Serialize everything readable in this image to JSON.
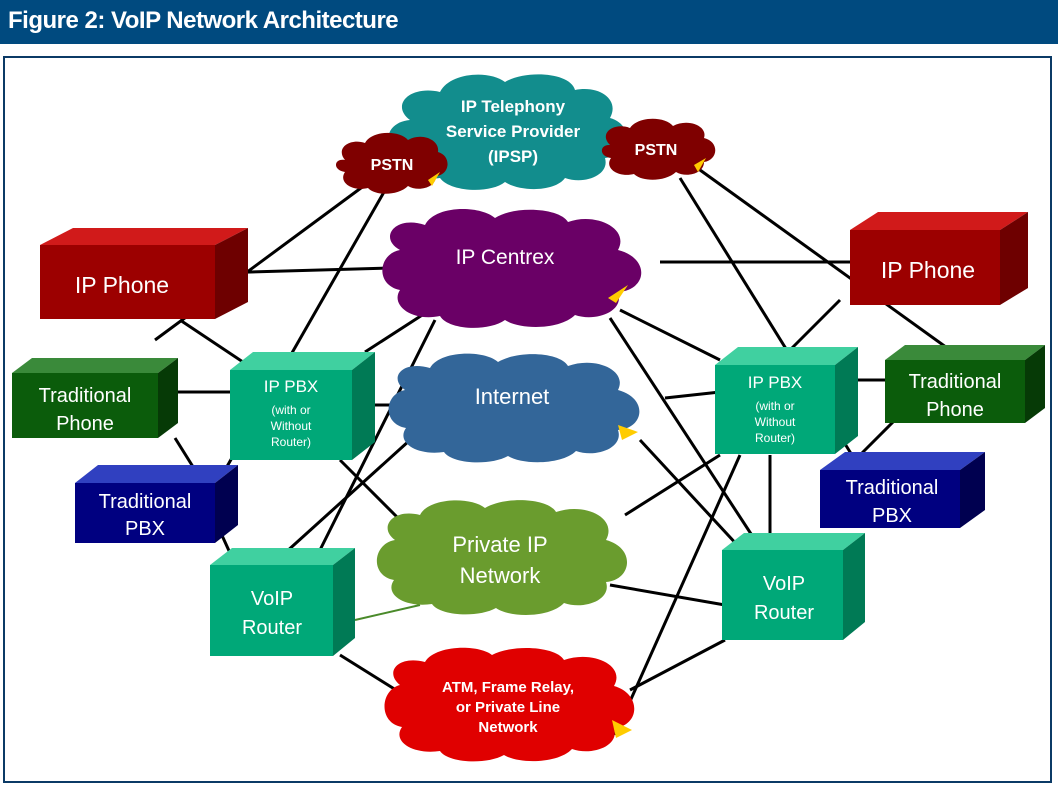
{
  "figure": {
    "title": "Figure 2:  VoIP Network Architecture"
  },
  "colors": {
    "header": "#004a7f",
    "frame": "#0b3a66",
    "ipsp_cloud": "#128d8d",
    "pstn_cloud": "#7f0000",
    "centrex_cloud": "#6a0066",
    "internet_cloud": "#336699",
    "private_cloud": "#6a9c2e",
    "atm_cloud": "#e00000",
    "ip_phone": "#9c0000",
    "traditional_phone": "#0b5c0b",
    "traditional_pbx": "#000080",
    "ip_pbx": "#00a878",
    "voip_router": "#00a878"
  },
  "clouds": {
    "ipsp": [
      "IP Telephony",
      "Service Provider",
      "(IPSP)"
    ],
    "pstn_left": "PSTN",
    "pstn_right": "PSTN",
    "centrex": "IP Centrex",
    "internet": "Internet",
    "private": [
      "Private IP",
      "Network"
    ],
    "atm": [
      "ATM, Frame Relay,",
      "or Private Line",
      "Network"
    ]
  },
  "devices": {
    "ip_phone_left": [
      "IP Phone"
    ],
    "ip_phone_right": [
      "IP Phone"
    ],
    "trad_phone_left": [
      "Traditional",
      "Phone"
    ],
    "trad_phone_right": [
      "Traditional",
      "Phone"
    ],
    "ip_pbx_left": {
      "title": "IP PBX",
      "sub": [
        "(with or",
        "Without",
        "Router)"
      ]
    },
    "ip_pbx_right": {
      "title": "IP PBX",
      "sub": [
        "(with or",
        "Without",
        "Router)"
      ]
    },
    "trad_pbx_left": [
      "Traditional",
      "PBX"
    ],
    "trad_pbx_right": [
      "Traditional",
      "PBX"
    ],
    "voip_router_left": [
      "VoIP",
      "Router"
    ],
    "voip_router_right": [
      "VoIP",
      "Router"
    ]
  }
}
